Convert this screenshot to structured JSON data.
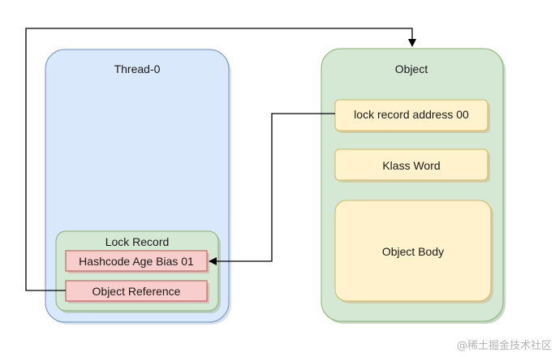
{
  "thread": {
    "title": "Thread-0",
    "lock_record": {
      "title": "Lock Record",
      "header_field": "Hashcode  Age  Bias  01",
      "reference_field": "Object Reference"
    }
  },
  "object": {
    "title": "Object",
    "mark_word": "lock  record  address 00",
    "klass_word": "Klass Word",
    "body": "Object  Body"
  },
  "watermark": "@稀土掘金技术社区",
  "colors": {
    "thread_fill": "#dae8fc",
    "thread_stroke": "#6c8ebf",
    "green_fill": "#d5e8d4",
    "green_stroke": "#82b366",
    "red_fill": "#f8cecc",
    "red_stroke": "#b85450",
    "yellow_fill": "#fff2cc",
    "yellow_stroke": "#d6b656",
    "arrow": "#000000"
  }
}
